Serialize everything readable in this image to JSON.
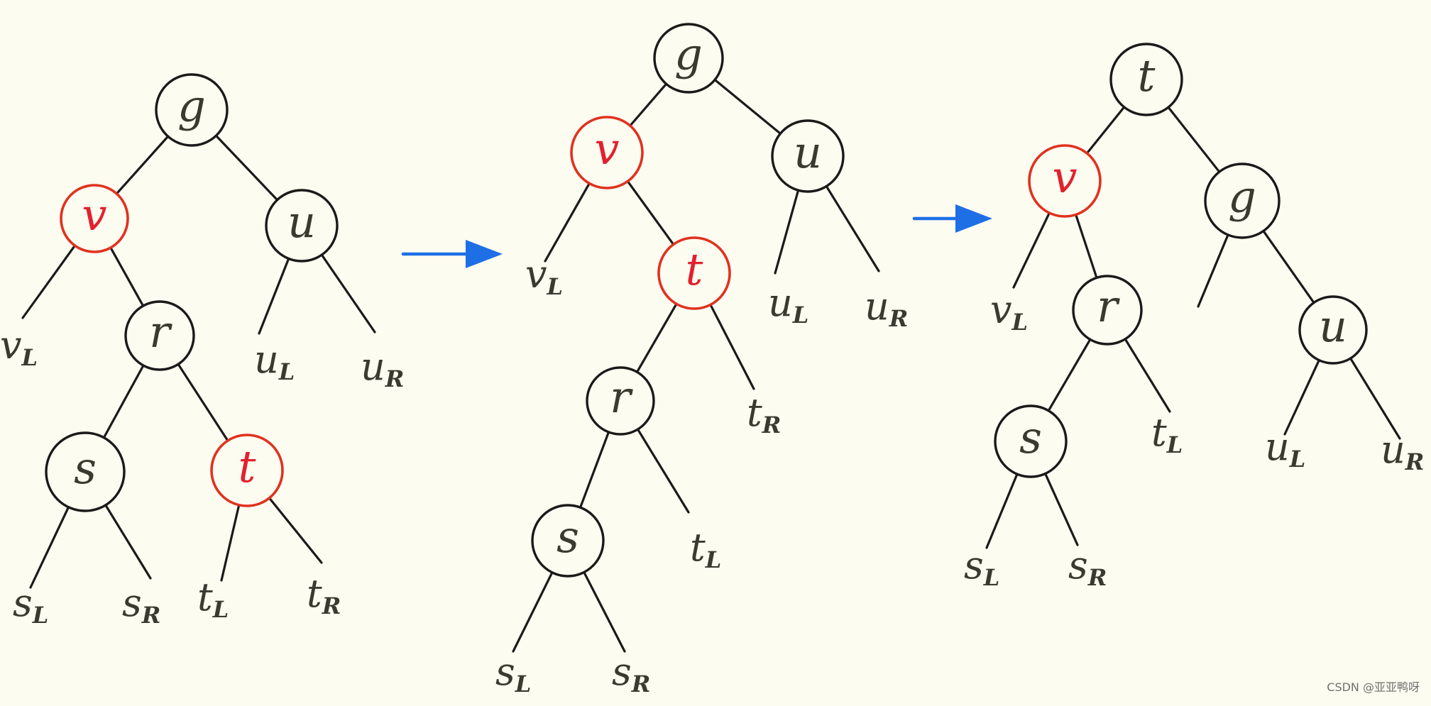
{
  "colors": {
    "background": "#fdfcf0",
    "ink": "#1a1a1a",
    "label": "#3a3a30",
    "red_node": "#e0321f",
    "red_label": "#e2212e",
    "arrow": "#1e6fe6"
  },
  "trees": [
    {
      "nodes": [
        {
          "id": "g",
          "label": "g",
          "red": false
        },
        {
          "id": "v",
          "label": "v",
          "red": true
        },
        {
          "id": "u",
          "label": "u",
          "red": false
        },
        {
          "id": "r",
          "label": "r",
          "red": false
        },
        {
          "id": "s",
          "label": "s",
          "red": false
        },
        {
          "id": "t",
          "label": "t",
          "red": true
        }
      ],
      "leaves": [
        {
          "id": "vL",
          "main": "v",
          "sub": "L"
        },
        {
          "id": "uL",
          "main": "u",
          "sub": "L"
        },
        {
          "id": "uR",
          "main": "u",
          "sub": "R"
        },
        {
          "id": "sL",
          "main": "s",
          "sub": "L"
        },
        {
          "id": "sR",
          "main": "s",
          "sub": "R"
        },
        {
          "id": "tL",
          "main": "t",
          "sub": "L"
        },
        {
          "id": "tR",
          "main": "t",
          "sub": "R"
        }
      ]
    },
    {
      "nodes": [
        {
          "id": "g",
          "label": "g",
          "red": false
        },
        {
          "id": "v",
          "label": "v",
          "red": true
        },
        {
          "id": "u",
          "label": "u",
          "red": false
        },
        {
          "id": "t",
          "label": "t",
          "red": true
        },
        {
          "id": "r",
          "label": "r",
          "red": false
        },
        {
          "id": "s",
          "label": "s",
          "red": false
        }
      ],
      "leaves": [
        {
          "id": "vL",
          "main": "v",
          "sub": "L"
        },
        {
          "id": "uL",
          "main": "u",
          "sub": "L"
        },
        {
          "id": "uR",
          "main": "u",
          "sub": "R"
        },
        {
          "id": "tR",
          "main": "t",
          "sub": "R"
        },
        {
          "id": "tL",
          "main": "t",
          "sub": "L"
        },
        {
          "id": "sL",
          "main": "s",
          "sub": "L"
        },
        {
          "id": "sR",
          "main": "s",
          "sub": "R"
        }
      ]
    },
    {
      "nodes": [
        {
          "id": "t",
          "label": "t",
          "red": false
        },
        {
          "id": "v",
          "label": "v",
          "red": true
        },
        {
          "id": "g",
          "label": "g",
          "red": false
        },
        {
          "id": "r",
          "label": "r",
          "red": false
        },
        {
          "id": "u",
          "label": "u",
          "red": false
        },
        {
          "id": "s",
          "label": "s",
          "red": false
        }
      ],
      "leaves": [
        {
          "id": "vL",
          "main": "v",
          "sub": "L"
        },
        {
          "id": "tL",
          "main": "t",
          "sub": "L"
        },
        {
          "id": "uL",
          "main": "u",
          "sub": "L"
        },
        {
          "id": "uR",
          "main": "u",
          "sub": "R"
        },
        {
          "id": "sL",
          "main": "s",
          "sub": "L"
        },
        {
          "id": "sR",
          "main": "s",
          "sub": "R"
        }
      ]
    }
  ],
  "watermark": "CSDN @亚亚鸭呀"
}
